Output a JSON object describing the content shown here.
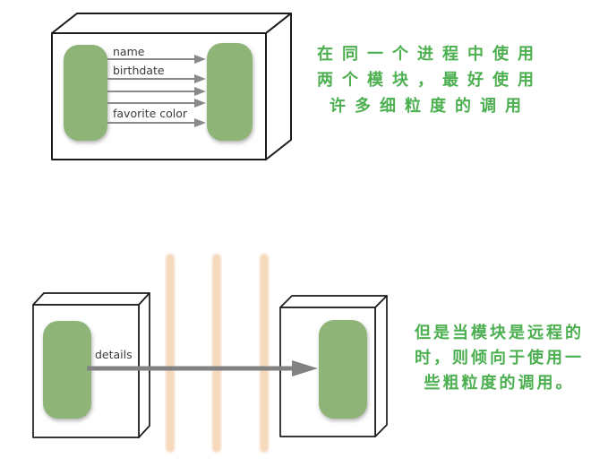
{
  "diagram": {
    "top": {
      "call_labels": [
        "name",
        "birthdate",
        "favorite color"
      ],
      "annotation_lines": [
        "在同一个进程中使用",
        "两个模块，最好使用",
        "许多细粒度的调用"
      ]
    },
    "bottom": {
      "call_label": "details",
      "annotation_lines": [
        "但是当模块是远程的",
        "时，则倾向于使用一",
        "些粗粒度的调用。"
      ]
    },
    "colors": {
      "module_green": "#8fb478",
      "annotation_green": "#4caf50",
      "arrow_gray": "#888888",
      "network_boundary_peach": "#f5d9bd",
      "box_border": "#1b1b1b"
    }
  }
}
